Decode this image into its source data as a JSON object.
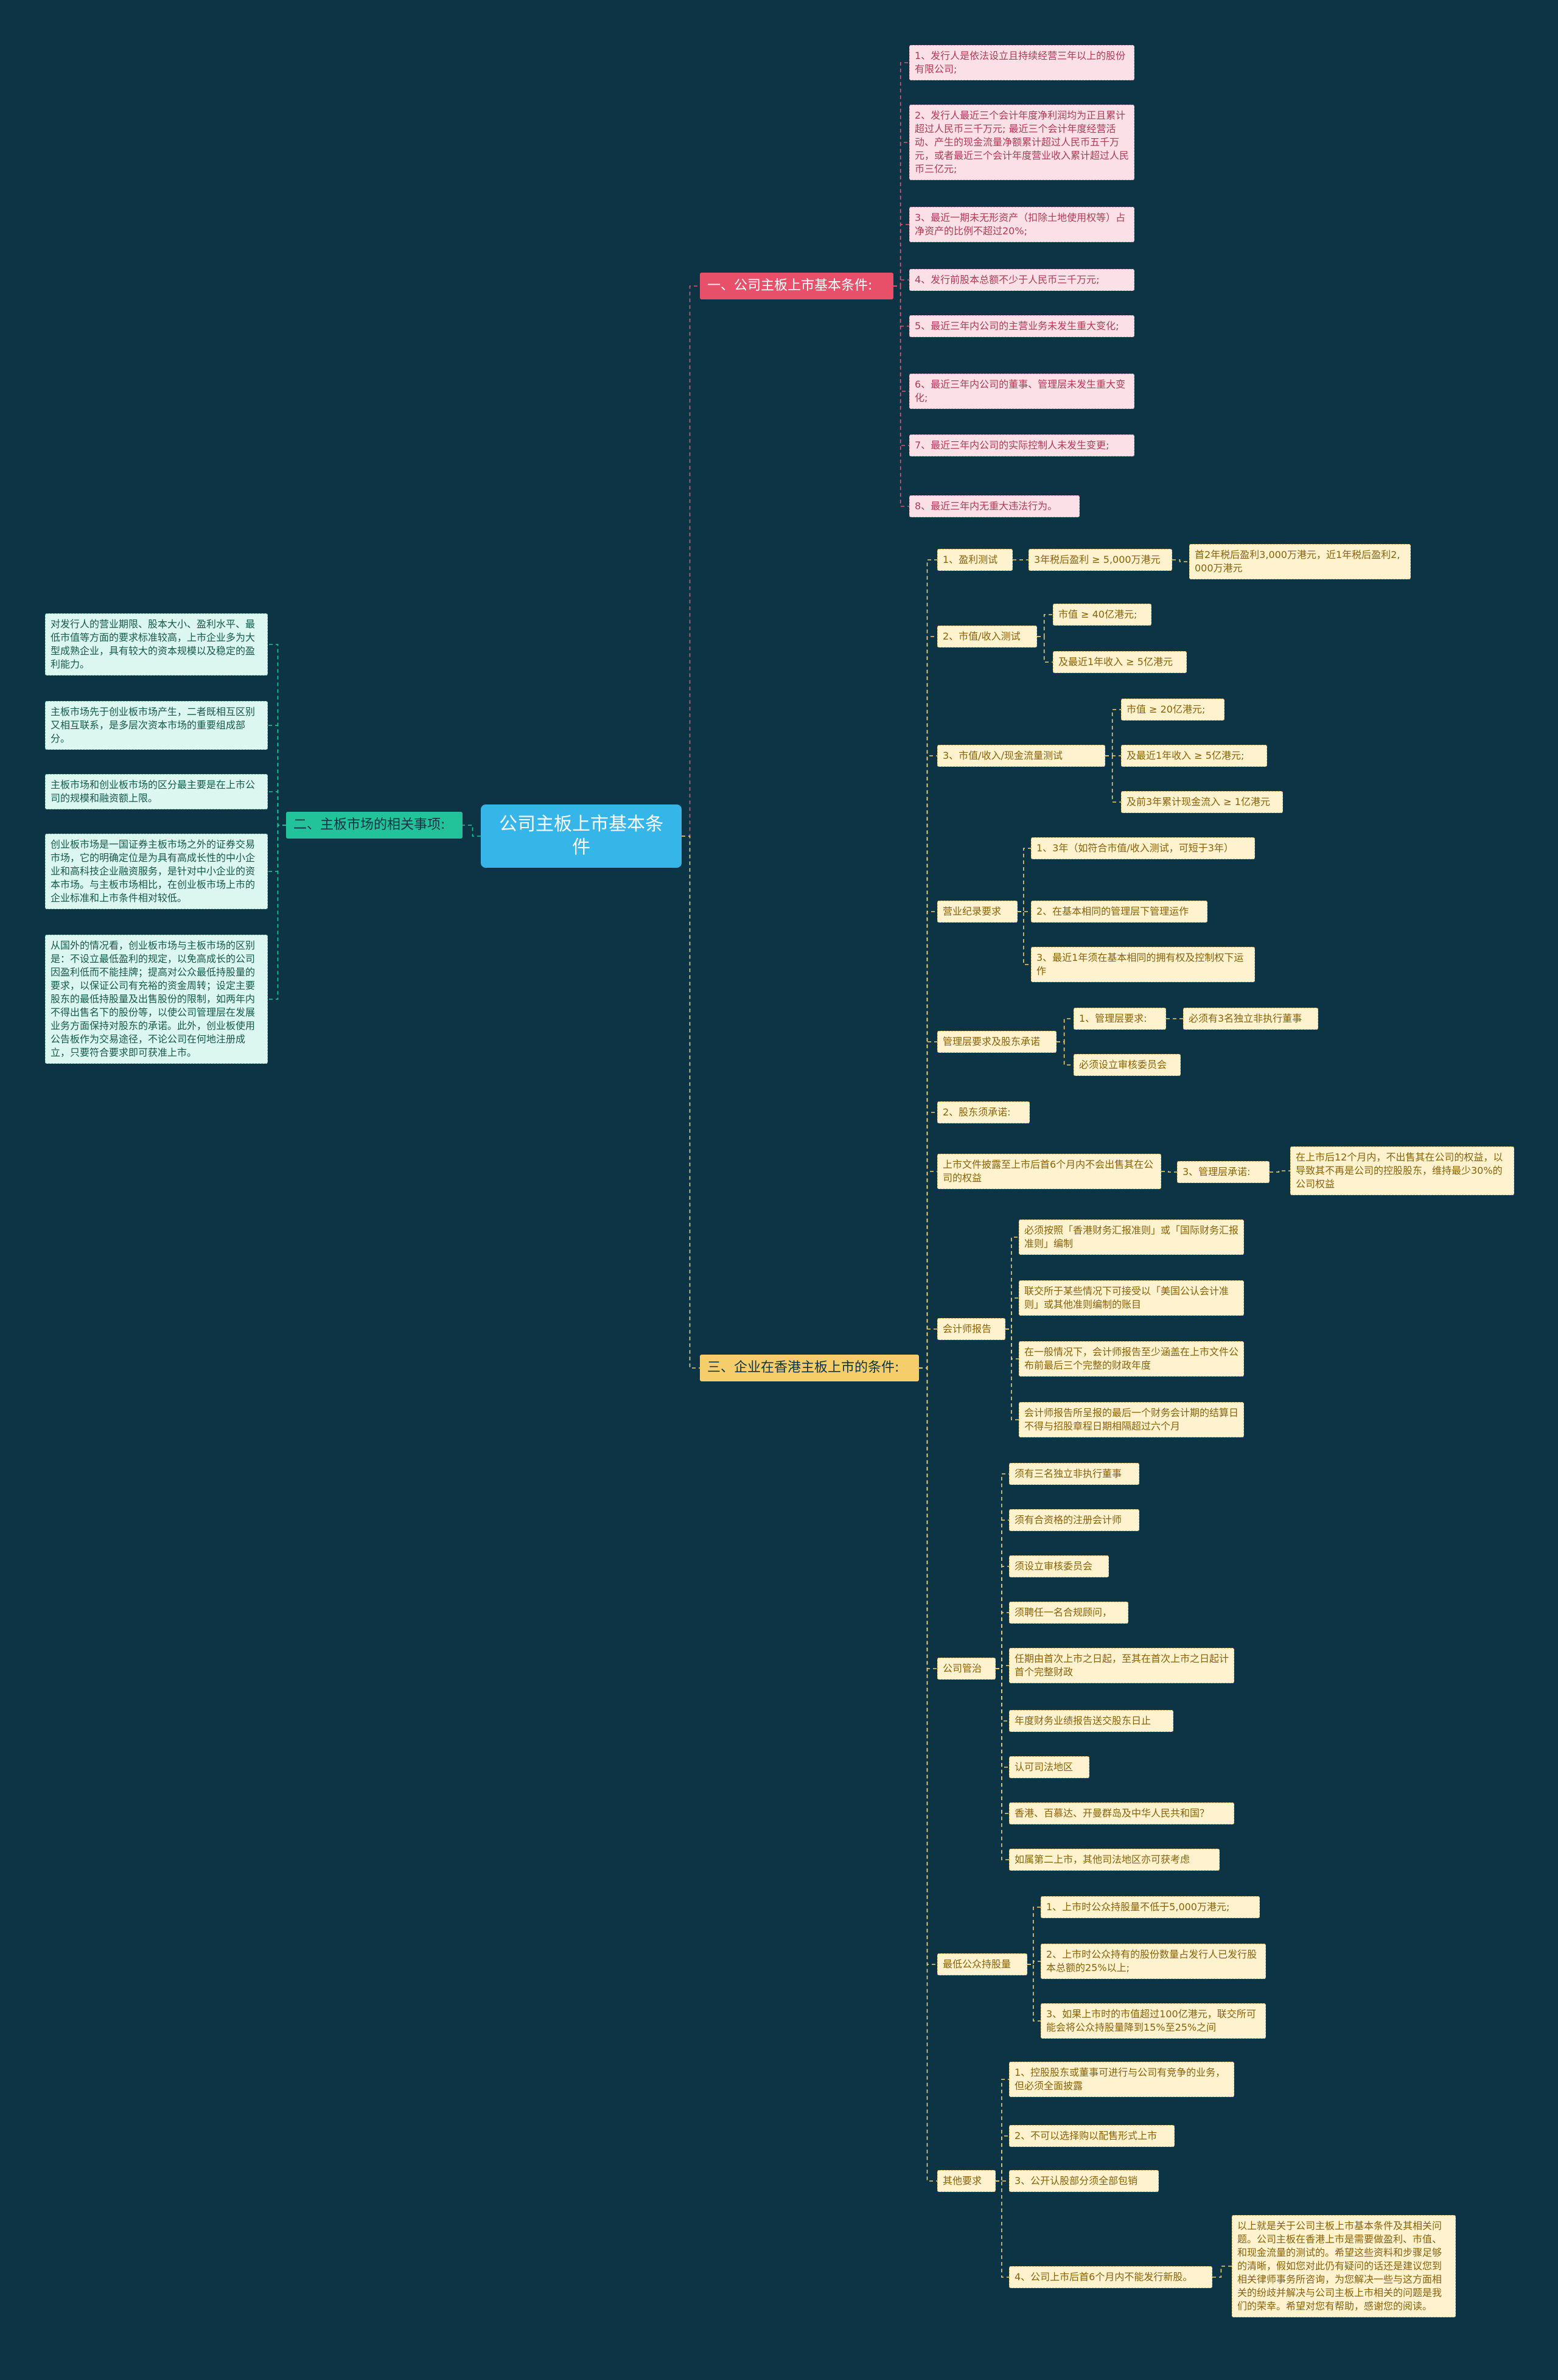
{
  "mindmap": {
    "center": "公司主板上市基本条件",
    "branch1": {
      "title": "一、公司主板上市基本条件:",
      "items": [
        "1、发行人是依法设立且持续经营三年以上的股份有限公司;",
        "2、发行人最近三个会计年度净利润均为正且累计超过人民币三千万元; 最近三个会计年度经营活动、产生的现金流量净额累计超过人民币五千万元，或者最近三个会计年度营业收入累计超过人民币三亿元;",
        "3、最近一期未无形资产（扣除土地使用权等）占净资产的比例不超过20%;",
        "4、发行前股本总额不少于人民币三千万元;",
        "5、最近三年内公司的主营业务未发生重大变化;",
        "6、最近三年内公司的董事、管理层未发生重大变化;",
        "7、最近三年内公司的实际控制人未发生变更;",
        "8、最近三年内无重大违法行为。"
      ]
    },
    "branch2": {
      "title": "二、主板市场的相关事项:",
      "items": [
        "对发行人的营业期限、股本大小、盈利水平、最低市值等方面的要求标准较高，上市企业多为大型成熟企业，具有较大的资本规模以及稳定的盈利能力。",
        "主板市场先于创业板市场产生，二者既相互区别又相互联系，是多层次资本市场的重要组成部分。",
        "主板市场和创业板市场的区分最主要是在上市公司的规模和融资额上限。",
        "创业板市场是一国证券主板市场之外的证券交易市场，它的明确定位是为具有高成长性的中小企业和高科技企业融资服务，是针对中小企业的资本市场。与主板市场相比，在创业板市场上市的企业标准和上市条件相对较低。",
        "从国外的情况看，创业板市场与主板市场的区别是：不设立最低盈利的规定，以免高成长的公司因盈利低而不能挂牌；提高对公众最低持股量的要求，以保证公司有充裕的资金周转；设定主要股东的最低持股量及出售股份的限制，如两年内不得出售名下的股份等，以使公司管理层在发展业务方面保持对股东的承诺。此外，创业板使用公告板作为交易途径，不论公司在何地注册成立，只要符合要求即可获准上市。"
      ]
    },
    "branch3": {
      "title": "三、企业在香港主板上市的条件:",
      "profit_test": "1、盈利测试",
      "profit_a": "3年税后盈利 ≥ 5,000万港元",
      "profit_b": "首2年税后盈利3,000万港元，近1年税后盈利2,000万港元",
      "mv_rev_test": "2、市值/收入测试",
      "mv_rev_items": [
        "市值 ≥ 40亿港元;",
        "及最近1年收入 ≥ 5亿港元"
      ],
      "mv_rev_cf_test": "3、市值/收入/现金流量测试",
      "mv_rev_cf_items": [
        "市值 ≥ 20亿港元;",
        "及最近1年收入 ≥ 5亿港元;",
        "及前3年累计现金流入 ≥ 1亿港元"
      ],
      "record": "营业纪录要求",
      "record_items": [
        "1、3年（如符合市值/收入测试，可短于3年）",
        "2、在基本相同的管理层下管理运作",
        "3、最近1年须在基本相同的拥有权及控制权下运作"
      ],
      "mgmt": "管理层要求及股东承诺",
      "mgmt_items": [
        "1、管理层要求:",
        "必须设立审核委员会"
      ],
      "mgmt_sub": "必须有3名独立非执行董事",
      "holder_promise": "2、股东须承诺:",
      "lock_up": "上市文件披露至上市后首6个月内不会出售其在公司的权益",
      "mgmt_promise": "3、管理层承诺:",
      "mgmt_promise_detail": "在上市后12个月内，不出售其在公司的权益，以导致其不再是公司的控股股东，维持最少30%的公司权益",
      "audit": "会计师报告",
      "audit_items": [
        "必须按照「香港财务汇报准则」或「国际财务汇报准则」编制",
        "联交所于某些情况下可接受以「美国公认会计准则」或其他准则编制的账目",
        "在一般情况下，会计师报告至少涵盖在上市文件公布前最后三个完整的财政年度",
        "会计师报告所呈报的最后一个财务会计期的结算日不得与招股章程日期相隔超过六个月"
      ],
      "governance": "公司管治",
      "governance_items": [
        "须有三名独立非执行董事",
        "须有合资格的注册会计师",
        "须设立审核委员会",
        "须聘任一名合规顾问，",
        "任期由首次上市之日起，至其在首次上市之日起计首个完整财政",
        "年度财务业绩报告送交股东日止",
        "认可司法地区",
        "香港、百慕达、开曼群岛及中华人民共和国？",
        "如属第二上市，其他司法地区亦可获考虑"
      ],
      "float": "最低公众持股量",
      "float_items": [
        "1、上市时公众持股量不低于5,000万港元;",
        "2、上市时公众持有的股份数量占发行人已发行股本总额的25%以上;",
        "3、如果上市时的市值超过100亿港元，联交所可能会将公众持股量降到15%至25%之间"
      ],
      "other": "其他要求",
      "other_items": [
        "1、控股股东或董事可进行与公司有竞争的业务，但必须全面披露",
        "2、不可以选择购以配售形式上市",
        "3、公开认股部分须全部包销",
        "4、公司上市后首6个月内不能发行新股。"
      ],
      "closing": "以上就是关于公司主板上市基本条件及其相关问题。公司主板在香港上市是需要做盈利、市值、和现金流量的测试的。希望这些资料和步骤足够的清晰，假如您对此仍有疑问的话还是建议您到相关律师事务所咨询，为您解决一些与这方面相关的纷歧并解决与公司主板上市相关的问题是我们的荣幸。希望对您有帮助，感谢您的阅读。"
    }
  },
  "colors": {
    "background": "#0c3445",
    "center": "#35b5e8",
    "branch1": "#e8506a",
    "branch2": "#22c29b",
    "branch3": "#f5cd6a"
  }
}
